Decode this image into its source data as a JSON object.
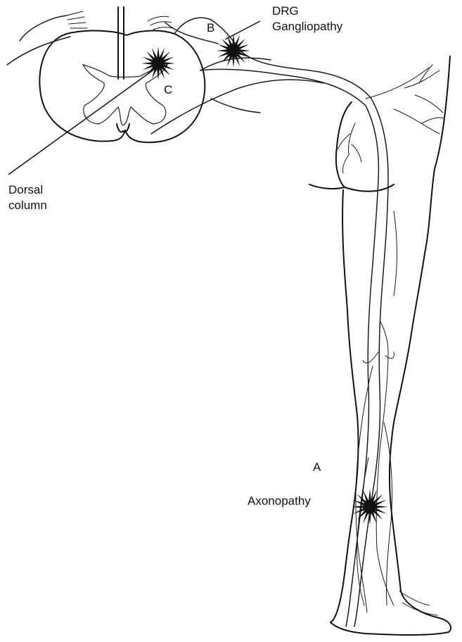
{
  "figure": {
    "labels": {
      "drg_letter": "B",
      "drg_title_line1": "DRG",
      "drg_title_line2": "Gangliopathy",
      "dorsal_letter": "C",
      "dorsal_line1": "Dorsal",
      "dorsal_line2": "column",
      "axon_letter": "A",
      "axon_title": "Axonopathy"
    }
  },
  "colors": {
    "ink": "#111111",
    "background": "#ffffff"
  }
}
